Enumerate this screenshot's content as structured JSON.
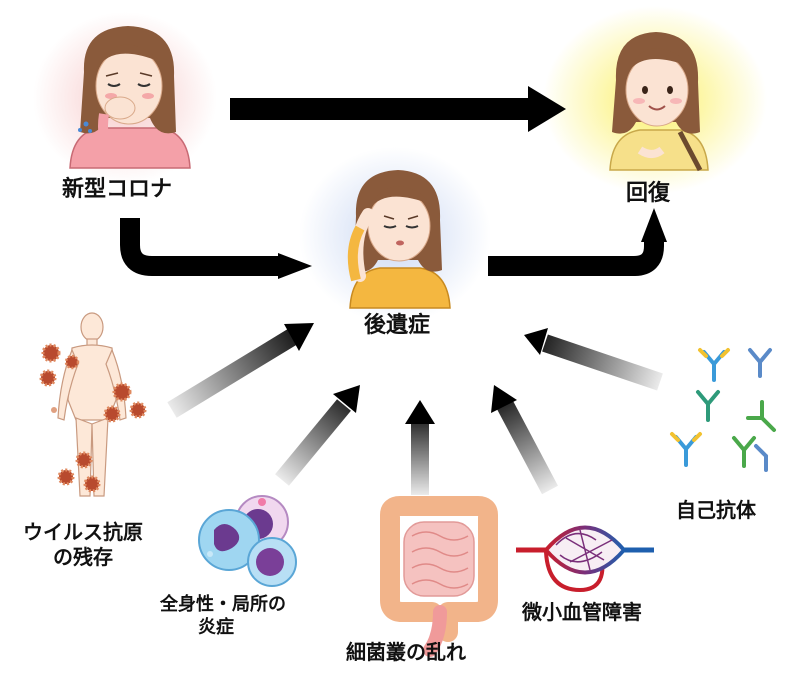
{
  "nodes": {
    "covid": "新型コロナ",
    "recovery": "回復",
    "long_covid": "後遺症"
  },
  "causes": {
    "viral_antigen": {
      "line1": "ウイルス抗原",
      "line2": "の残存"
    },
    "inflammation": {
      "line1": "全身性・局所の",
      "line2": "炎症"
    },
    "microbiome": "細菌叢の乱れ",
    "microvascular": "微小血管障害",
    "autoantibody": "自己抗体"
  },
  "colors": {
    "arrow": "#000000",
    "covid_glow": "#f6c4c4",
    "recovery_glow": "#fbf060",
    "long_covid_glow": "#c8d6f2",
    "hair": "#8a5a3b",
    "skin": "#fbe3d3",
    "covid_shirt": "#f4a0a8",
    "recovery_shirt": "#f6e08a",
    "long_covid_shirt": "#f4b740"
  }
}
